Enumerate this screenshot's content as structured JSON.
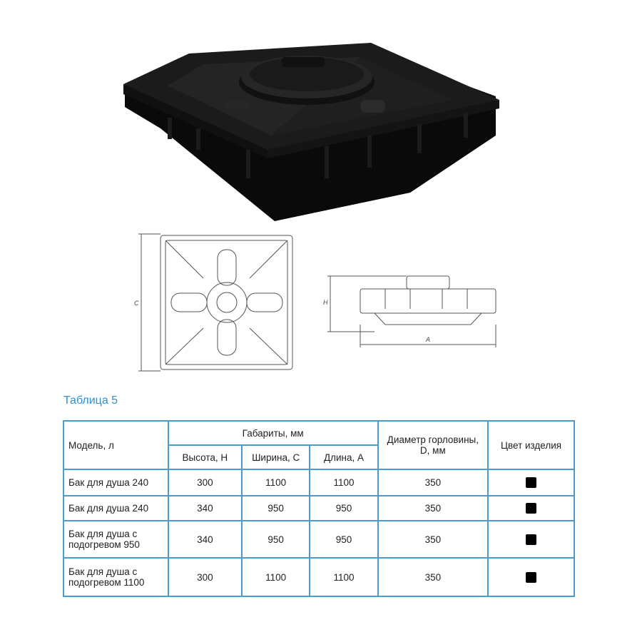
{
  "table": {
    "caption": "Таблица 5",
    "headers": {
      "model": "Модель, л",
      "dimensions": "Габариты, мм",
      "height": "Высота, H",
      "width": "Ширина, С",
      "length": "Длина, А",
      "neck_diameter": "Диаметр горловины, D, мм",
      "color": "Цвет изделия"
    },
    "rows": [
      {
        "model": "Бак для душа 240",
        "height": "300",
        "width": "1100",
        "length": "1100",
        "diameter": "350",
        "color": "#000000"
      },
      {
        "model": "Бак для душа 240",
        "height": "340",
        "width": "950",
        "length": "950",
        "diameter": "350",
        "color": "#000000"
      },
      {
        "model": "Бак для душа с подогревом 950",
        "height": "340",
        "width": "950",
        "length": "950",
        "diameter": "350",
        "color": "#000000"
      },
      {
        "model": "Бак для душа с подогревом 1100",
        "height": "300",
        "width": "1100",
        "length": "1100",
        "diameter": "350",
        "color": "#000000"
      }
    ]
  },
  "drawing_labels": {
    "c": "C",
    "h": "H",
    "a": "A"
  },
  "colors": {
    "accent": "#2f8fd0",
    "border": "#4a9ad4",
    "product": "#0d0d0d"
  }
}
